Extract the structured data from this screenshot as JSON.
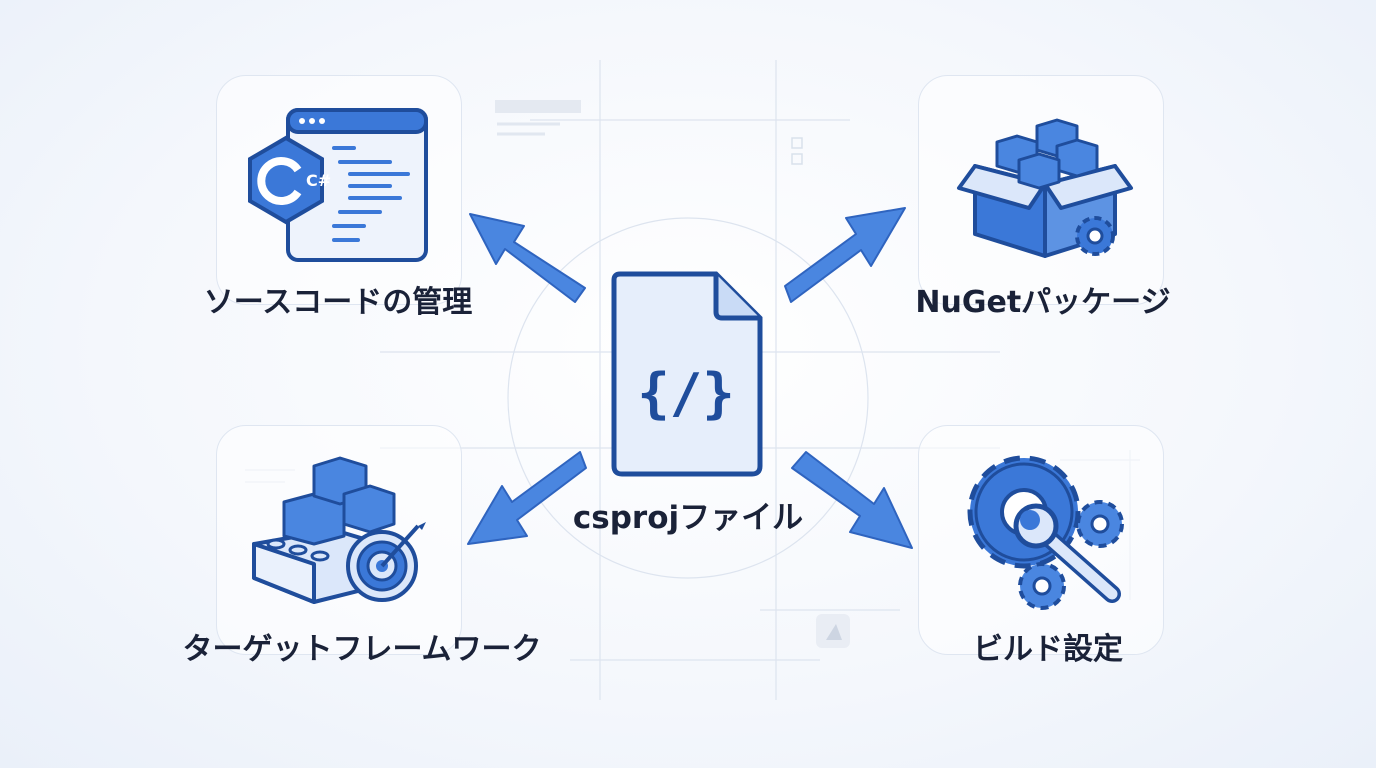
{
  "center": {
    "label": "csprojファイル",
    "code_glyph": "{/}"
  },
  "nodes": [
    {
      "id": "source",
      "label": "ソースコードの管理",
      "badge": "C#"
    },
    {
      "id": "nuget",
      "label": "NuGetパッケージ"
    },
    {
      "id": "target",
      "label": "ターゲットフレームワーク"
    },
    {
      "id": "build",
      "label": "ビルド設定"
    }
  ],
  "colors": {
    "primary": "#3b78d8",
    "primary_dark": "#1f4d9c",
    "light": "#dbe7fa",
    "text": "#1a2238"
  }
}
